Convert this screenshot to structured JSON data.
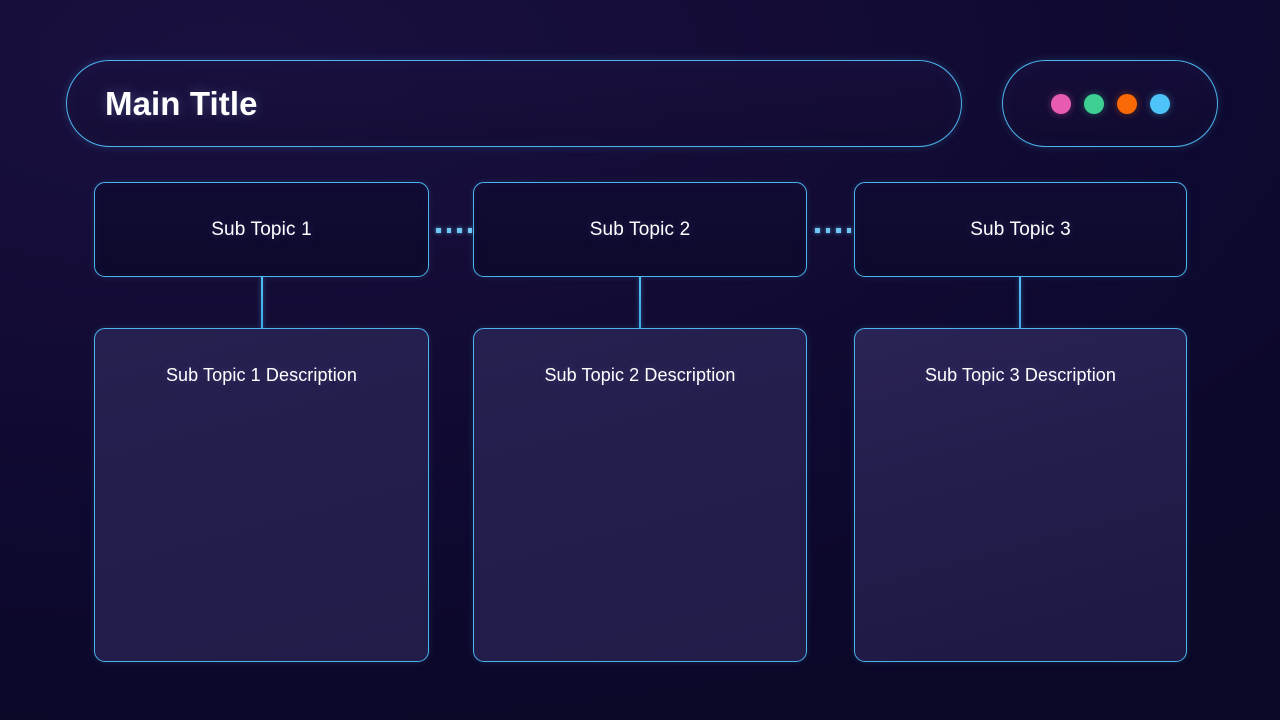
{
  "header": {
    "title": "Main Title",
    "legend": {
      "dots": [
        {
          "name": "legend-dot-pink",
          "color": "#e75cb0"
        },
        {
          "name": "legend-dot-green",
          "color": "#3ecf93"
        },
        {
          "name": "legend-dot-orange",
          "color": "#f96a06"
        },
        {
          "name": "legend-dot-blue",
          "color": "#4ec3f7"
        }
      ]
    }
  },
  "accent": {
    "border": "#4cb4ef",
    "background": "#140c35",
    "topic_fill": "#0e0a30",
    "description_fill": "#231e4d",
    "text": "#ffffff"
  },
  "columns": [
    {
      "topic": "Sub Topic 1",
      "description": "Sub Topic 1 Description"
    },
    {
      "topic": "Sub Topic 2",
      "description": "Sub Topic 2 Description"
    },
    {
      "topic": "Sub Topic 3",
      "description": "Sub Topic 3 Description"
    }
  ],
  "connectors": {
    "dotted_segments": 2,
    "dots_per_segment": 4
  }
}
